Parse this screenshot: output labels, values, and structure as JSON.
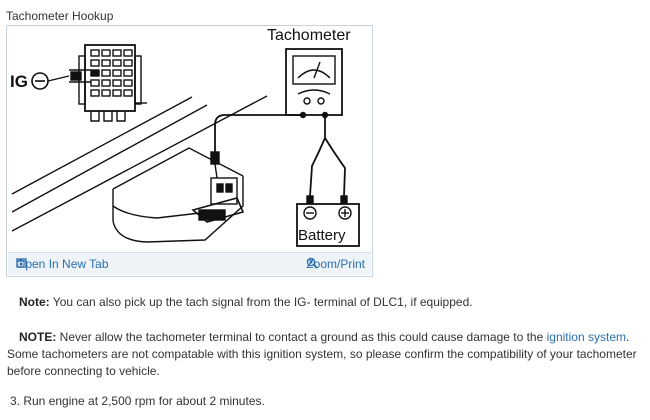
{
  "figure": {
    "caption": "Tachometer Hookup",
    "labels": {
      "tachometer": "Tachometer",
      "ig": "IG",
      "battery": "Battery"
    },
    "toolbar": {
      "open_label": "Open In New Tab",
      "zoom_label": "Zoom/Print"
    }
  },
  "note1": {
    "label": "Note:",
    "text": " You can also pick up the tach signal from the IG- terminal of DLC1, if equipped."
  },
  "note2": {
    "label": "NOTE:",
    "text_before": " Never allow the tachometer terminal to contact a ground as this could cause damage to the ",
    "link_text": "ignition system",
    "text_after": ". Some tachometers are not compatable with this ignition system, so please confirm the compatibility of your tachometer before connecting to vehicle."
  },
  "step3": {
    "text": "3. Run engine at 2,500 rpm for about 2 minutes."
  },
  "colors": {
    "link": "#2a6fad",
    "toolbar_bg": "#eef3f8"
  }
}
